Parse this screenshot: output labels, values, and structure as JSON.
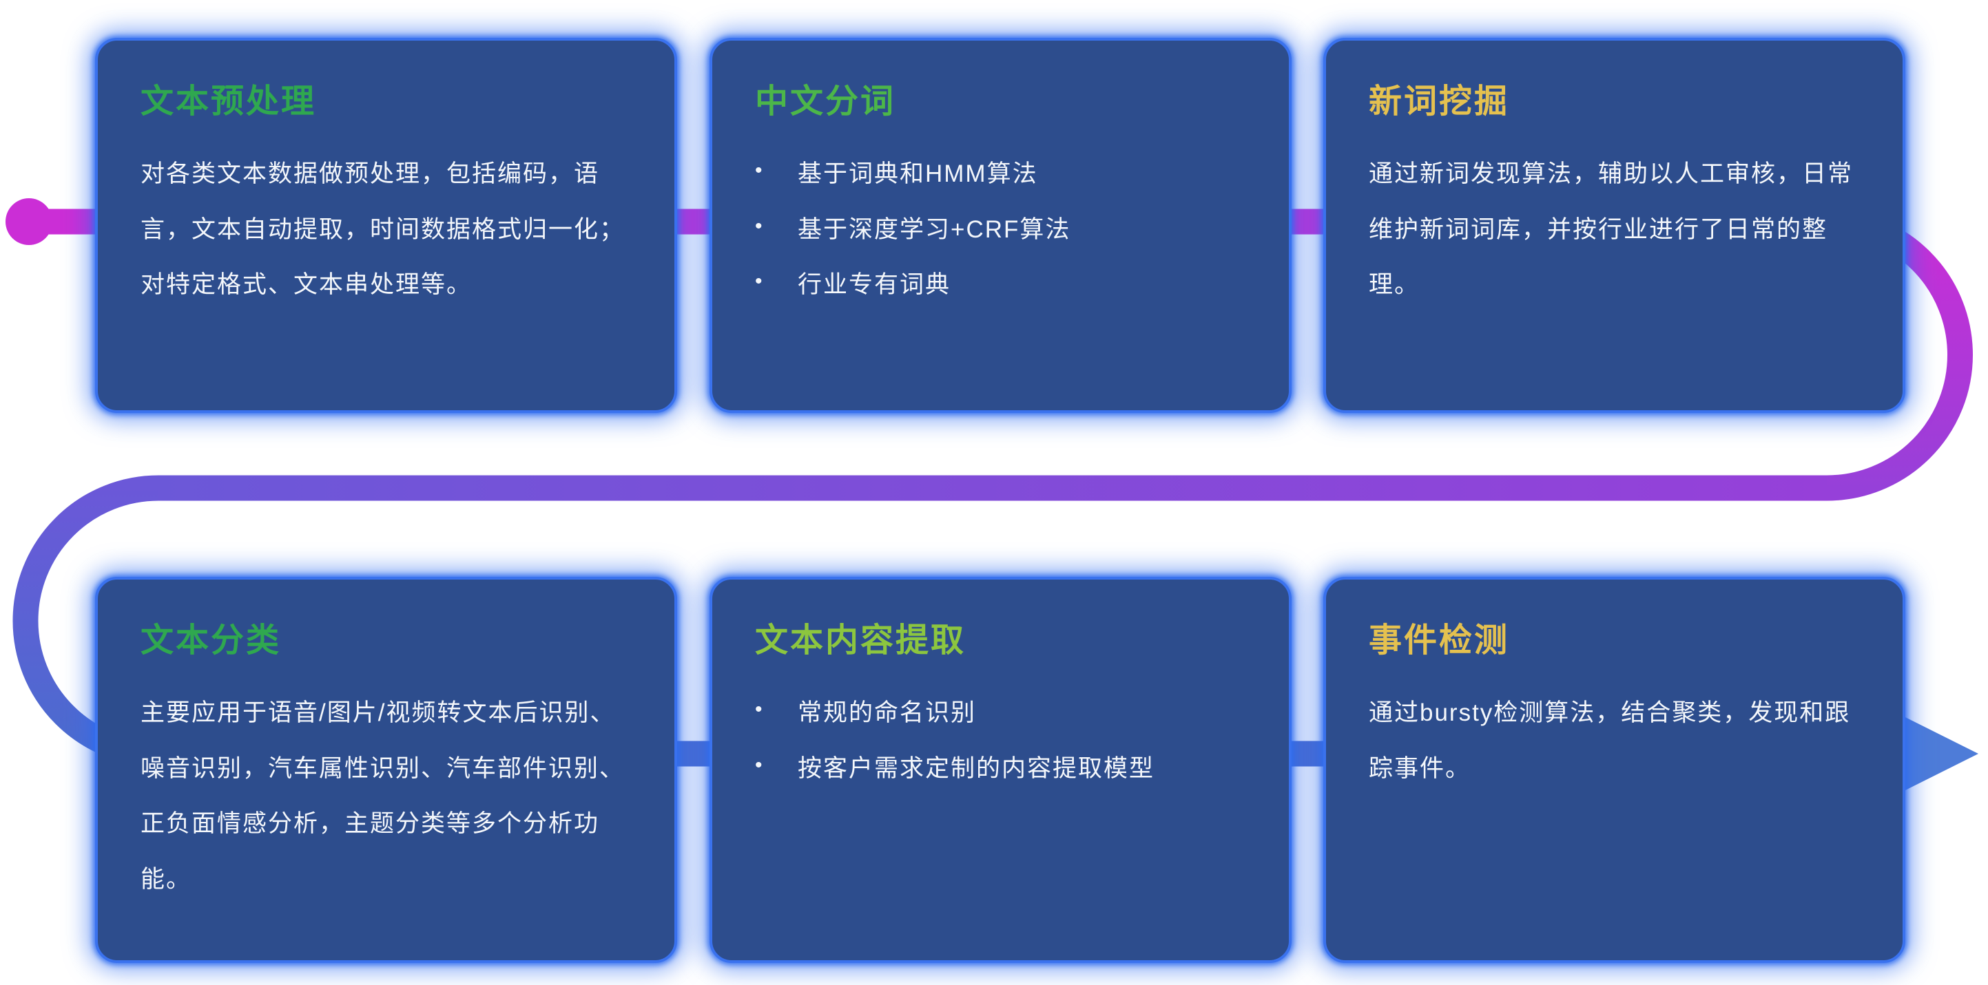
{
  "colors": {
    "page_bg": "#ffffff",
    "card_bg": "#2d4d8d",
    "card_glow": "#2f6df0",
    "line_magenta": "#cb2ed6",
    "line_purple": "#9640d9",
    "line_violet": "#6b58d8",
    "line_blue": "#4a6ccf",
    "arrow_blue": "#4e7cd8",
    "body_text": "#f4f7fb",
    "title_green": "#2fa84f",
    "title_yellow": "#e5c14f",
    "title_lime": "#8cc63f"
  },
  "ui": {
    "bullet_glyph": "•"
  },
  "flow": {
    "start_marker": "dot",
    "end_marker": "arrow-right"
  },
  "cards": [
    {
      "title": "文本预处理",
      "title_color": "#2fa84f",
      "body": "对各类文本数据做预处理，包括编码，语言，文本自动提取，时间数据格式归一化；对特定格式、文本串处理等。"
    },
    {
      "title": "中文分词",
      "title_color": "#4cb649",
      "bullets": [
        "基于词典和HMM算法",
        "基于深度学习+CRF算法",
        "行业专有词典"
      ]
    },
    {
      "title": "新词挖掘",
      "title_color": "#e5c14f",
      "body": "通过新词发现算法，辅助以人工审核，日常维护新词词库，并按行业进行了日常的整理。"
    },
    {
      "title": "文本分类",
      "title_color": "#2fa84f",
      "body": "主要应用于语音/图片/视频转文本后识别、噪音识别，汽车属性识别、汽车部件识别、正负面情感分析，主题分类等多个分析功能。"
    },
    {
      "title": "文本内容提取",
      "title_color": "#8cc63f",
      "bullets": [
        "常规的命名识别",
        "按客户需求定制的内容提取模型"
      ]
    },
    {
      "title": "事件检测",
      "title_color": "#e5c14f",
      "body": "通过bursty检测算法，结合聚类，发现和跟踪事件。"
    }
  ]
}
